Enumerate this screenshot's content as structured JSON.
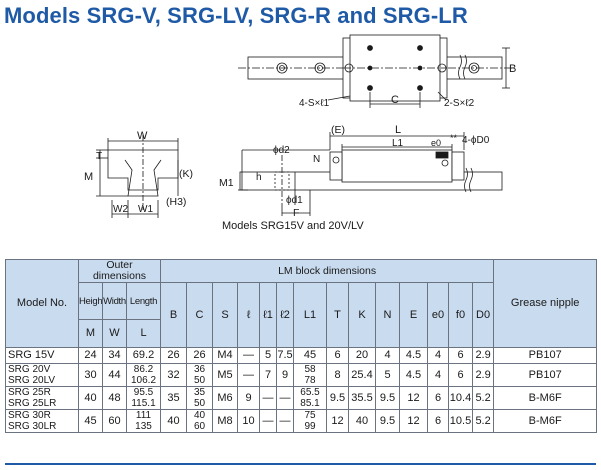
{
  "title": "Models SRG-V, SRG-LV, SRG-R and SRG-LR",
  "caption": "Models SRG15V and 20V/LV",
  "drawing": {
    "top_view": {
      "hole_callout": "4-S×ℓ1",
      "tap_callout": "2-S×ℓ2",
      "c_label": "C",
      "b_label": "B"
    },
    "front_view": {
      "w_label": "W",
      "t_label": "T",
      "m_label": "M",
      "k_label": "(K)",
      "w2_label": "W2",
      "w1_label": "W1",
      "h3_label": "(H3)"
    },
    "side_view": {
      "e_label": "(E)",
      "l_label": "L",
      "l1_label": "L1",
      "e0_label": "e0",
      "d0_label": "4-ϕD0",
      "d2_label": "ϕd2",
      "n_label": "N",
      "h_label": "h",
      "m1_label": "M1",
      "d1_label": "ϕd1",
      "f_label": "F",
      "mark": "**"
    }
  },
  "table": {
    "model_header": "Model No.",
    "outer_header": "Outer dimensions",
    "lm_header": "LM block dimensions",
    "height_label": "Height",
    "width_label": "Width",
    "length_label": "Length",
    "grease_label": "Grease nipple",
    "symbols": [
      "M",
      "W",
      "L",
      "B",
      "C",
      "S",
      "ℓ",
      "ℓ1",
      "ℓ2",
      "L1",
      "T",
      "K",
      "N",
      "E",
      "e0",
      "f0",
      "D0"
    ],
    "rows": [
      {
        "models": [
          "SRG 15V"
        ],
        "M": "24",
        "W": "34",
        "L": [
          "69.2"
        ],
        "B": "26",
        "C": [
          "26"
        ],
        "S": "M4",
        "l": "—",
        "l1": "5",
        "l2": "7.5",
        "L1": [
          "45"
        ],
        "T": "6",
        "K": "20",
        "N": "4",
        "E": "4.5",
        "e0": "4",
        "f0": "6",
        "D0": "2.9",
        "nipple": "PB107"
      },
      {
        "models": [
          "SRG 20V",
          "SRG 20LV"
        ],
        "M": "30",
        "W": "44",
        "L": [
          "86.2",
          "106.2"
        ],
        "B": "32",
        "C": [
          "36",
          "50"
        ],
        "S": "M5",
        "l": "—",
        "l1": "7",
        "l2": "9",
        "L1": [
          "58",
          "78"
        ],
        "T": "8",
        "K": "25.4",
        "N": "5",
        "E": "4.5",
        "e0": "4",
        "f0": "6",
        "D0": "2.9",
        "nipple": "PB107"
      },
      {
        "models": [
          "SRG 25R",
          "SRG 25LR"
        ],
        "M": "40",
        "W": "48",
        "L": [
          "95.5",
          "115.1"
        ],
        "B": "35",
        "C": [
          "35",
          "50"
        ],
        "S": "M6",
        "l": "9",
        "l1": "—",
        "l2": "—",
        "L1": [
          "65.5",
          "85.1"
        ],
        "T": "9.5",
        "K": "35.5",
        "N": "9.5",
        "E": "12",
        "e0": "6",
        "f0": "10.4",
        "D0": "5.2",
        "nipple": "B-M6F"
      },
      {
        "models": [
          "SRG 30R",
          "SRG 30LR"
        ],
        "M": "45",
        "W": "60",
        "L": [
          "111",
          "135"
        ],
        "B": "40",
        "C": [
          "40",
          "60"
        ],
        "S": "M8",
        "l": "10",
        "l1": "—",
        "l2": "—",
        "L1": [
          "75",
          "99"
        ],
        "T": "12",
        "K": "40",
        "N": "9.5",
        "E": "12",
        "e0": "6",
        "f0": "10.5",
        "D0": "5.2",
        "nipple": "B-M6F"
      }
    ]
  }
}
